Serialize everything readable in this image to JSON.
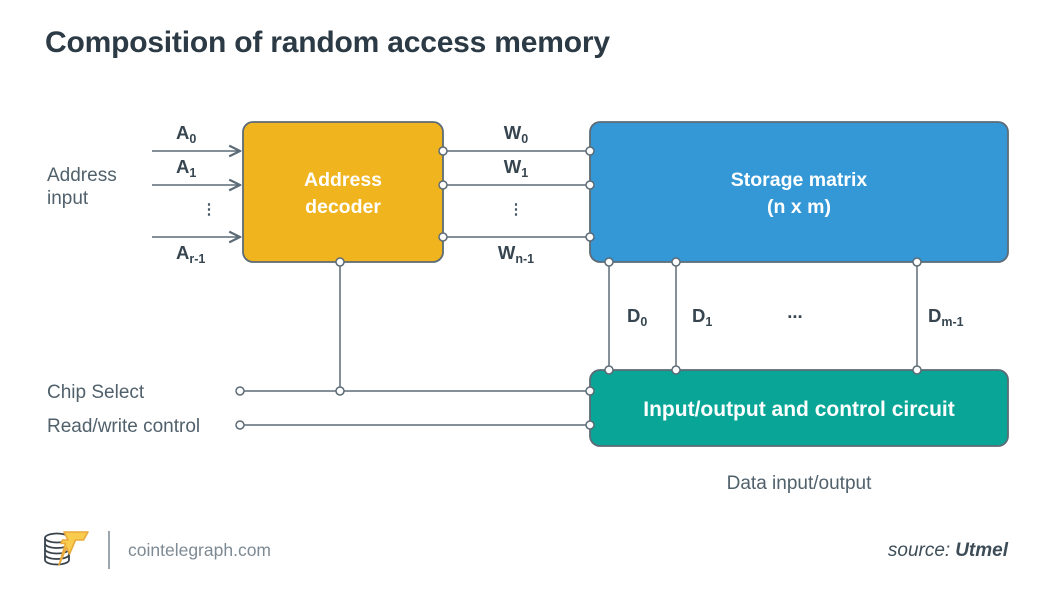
{
  "title": "Composition of random access memory",
  "colors": {
    "decoder": "#F0B41E",
    "storage": "#3498D7",
    "io": "#09A697",
    "logo_gold": "#F9CC4E"
  },
  "diagram": {
    "address_group_label": {
      "line1": "Address",
      "line2": "input"
    },
    "address_lines": [
      {
        "base": "A",
        "sub": "0"
      },
      {
        "base": "A",
        "sub": "1"
      },
      {
        "base": "A",
        "sub": "r-1"
      }
    ],
    "word_lines": [
      {
        "base": "W",
        "sub": "0"
      },
      {
        "base": "W",
        "sub": "1"
      },
      {
        "base": "W",
        "sub": "n-1"
      }
    ],
    "data_lines": [
      {
        "base": "D",
        "sub": "0"
      },
      {
        "base": "D",
        "sub": "1"
      },
      {
        "base": "D",
        "sub": "m-1"
      }
    ],
    "vertical_ellipsis": "⋮",
    "horizontal_ellipsis": "...",
    "blocks": {
      "decoder": {
        "line1": "Address",
        "line2": "decoder"
      },
      "storage": {
        "line1": "Storage matrix",
        "line2": "(n x m)"
      },
      "io": {
        "label": "Input/output and control circuit"
      }
    },
    "chip_select_label": "Chip Select",
    "read_write_label": "Read/write control",
    "data_io_label": "Data input/output"
  },
  "footer": {
    "site": "cointelegraph.com",
    "source_prefix": "source:",
    "source_name": "Utmel"
  }
}
